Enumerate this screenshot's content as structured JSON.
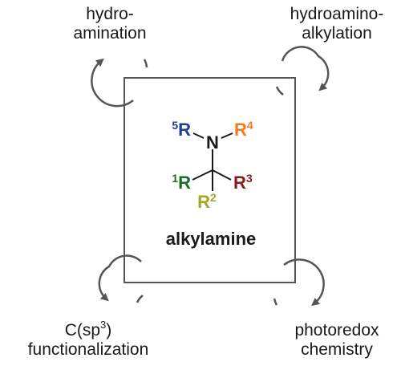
{
  "labels": {
    "top_left": [
      "hydro-",
      "amination"
    ],
    "top_right": [
      "hydroamino-",
      "alkylation"
    ],
    "bottom_left": [
      "C(sp",
      "3",
      ")",
      "functionalization"
    ],
    "bottom_right": [
      "photoredox",
      "chemistry"
    ]
  },
  "center_label": "alkylamine",
  "molecule": {
    "nitrogen": "N",
    "r5": {
      "prefix": "5",
      "letter": "R",
      "color": "#1f3f8f"
    },
    "r4": {
      "letter": "R",
      "sup": "4",
      "color": "#f07c1c"
    },
    "r1": {
      "prefix": "1",
      "letter": "R",
      "color": "#1e6b2b"
    },
    "r2": {
      "letter": "R",
      "sup": "2",
      "color": "#a6a52a"
    },
    "r3": {
      "letter": "R",
      "sup": "3",
      "color": "#8b1a1a"
    }
  },
  "colors": {
    "frame": "#555555",
    "arrow": "#555555",
    "text": "#1a1a1a"
  }
}
